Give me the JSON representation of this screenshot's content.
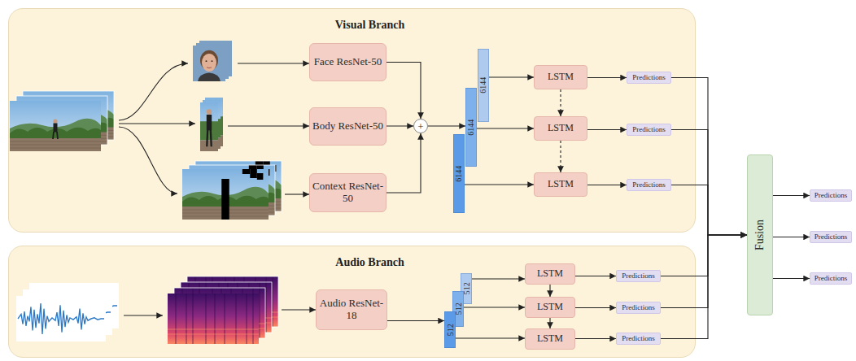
{
  "diagram": {
    "nodes": [
      {
        "text": [
          "Visual Branch"
        ]
      },
      {
        "text": [
          "Face ResNet-50"
        ],
        "in": 0
      },
      {
        "text": [
          "Body ResNet-50"
        ],
        "in": 0
      },
      {
        "text": [
          "Context ResNet-50"
        ],
        "in": 0
      },
      {
        "text": [
          "+"
        ],
        "in": 0
      },
      {
        "text": [
          "6144"
        ],
        "in": 0
      },
      {
        "text": [
          "6144"
        ],
        "in": 0
      },
      {
        "text": [
          "6144"
        ],
        "in": 0
      },
      {
        "text": [
          "LSTM"
        ],
        "in": 0
      },
      {
        "text": [
          "Predictions"
        ],
        "in": 0
      },
      {
        "text": [
          "LSTM"
        ],
        "in": 0
      },
      {
        "text": [
          "Predictions"
        ],
        "in": 0
      },
      {
        "text": [
          "LSTM"
        ],
        "in": 0
      },
      {
        "text": [
          "Predictions"
        ],
        "in": 0
      },
      {
        "text": [
          "Audio Branch"
        ]
      },
      {
        "text": [
          "Audio ResNet-18"
        ],
        "in": 14
      },
      {
        "text": [
          "512"
        ],
        "in": 14
      },
      {
        "text": [
          "512"
        ],
        "in": 14
      },
      {
        "text": [
          "512"
        ],
        "in": 14
      },
      {
        "text": [
          "LSTM"
        ],
        "in": 14
      },
      {
        "text": [
          "Predictions"
        ],
        "in": 14
      },
      {
        "text": [
          "LSTM"
        ],
        "in": 14
      },
      {
        "text": [
          "Predictions"
        ],
        "in": 14
      },
      {
        "text": [
          "LSTM"
        ],
        "in": 14
      },
      {
        "text": [
          "Predictions"
        ],
        "in": 14
      },
      {
        "text": [
          "Fusion"
        ]
      },
      {
        "text": [
          "Predictions"
        ]
      },
      {
        "text": [
          "Predictions"
        ]
      },
      {
        "text": [
          "Predictions"
        ]
      }
    ],
    "edges": [
      {
        "from": 1,
        "to": 4,
        "arrow": "to"
      },
      {
        "from": 2,
        "to": 4,
        "arrow": "to"
      },
      {
        "from": 3,
        "to": 4,
        "arrow": "to"
      },
      {
        "from": 4,
        "to": 6,
        "arrow": "to"
      },
      {
        "from": 5,
        "to": 8,
        "arrow": "to"
      },
      {
        "from": 6,
        "to": 10,
        "arrow": "to"
      },
      {
        "from": 7,
        "to": 12,
        "arrow": "to"
      },
      {
        "from": 8,
        "to": 9,
        "arrow": "to"
      },
      {
        "from": 10,
        "to": 11,
        "arrow": "to"
      },
      {
        "from": 12,
        "to": 13,
        "arrow": "to"
      },
      {
        "from": 8,
        "to": 10,
        "arrow": "to"
      },
      {
        "from": 10,
        "to": 12,
        "arrow": "to"
      },
      {
        "from": 15,
        "to": 18,
        "arrow": "to"
      },
      {
        "from": 16,
        "to": 19,
        "arrow": "to"
      },
      {
        "from": 17,
        "to": 21,
        "arrow": "to"
      },
      {
        "from": 18,
        "to": 23,
        "arrow": "to"
      },
      {
        "from": 19,
        "to": 20,
        "arrow": "to"
      },
      {
        "from": 21,
        "to": 22,
        "arrow": "to"
      },
      {
        "from": 23,
        "to": 24,
        "arrow": "to"
      },
      {
        "from": 19,
        "to": 21,
        "arrow": "to"
      },
      {
        "from": 21,
        "to": 23,
        "arrow": "to"
      },
      {
        "from": 9,
        "to": 25,
        "arrow": "to"
      },
      {
        "from": 11,
        "to": 25,
        "arrow": "to"
      },
      {
        "from": 13,
        "to": 25,
        "arrow": "to"
      },
      {
        "from": 20,
        "to": 25,
        "arrow": "to"
      },
      {
        "from": 22,
        "to": 25,
        "arrow": "to"
      },
      {
        "from": 24,
        "to": 25,
        "arrow": "to"
      },
      {
        "from": 25,
        "to": 26,
        "arrow": "to"
      },
      {
        "from": 25,
        "to": 27,
        "arrow": "to"
      },
      {
        "from": 25,
        "to": 28,
        "arrow": "to"
      }
    ]
  }
}
